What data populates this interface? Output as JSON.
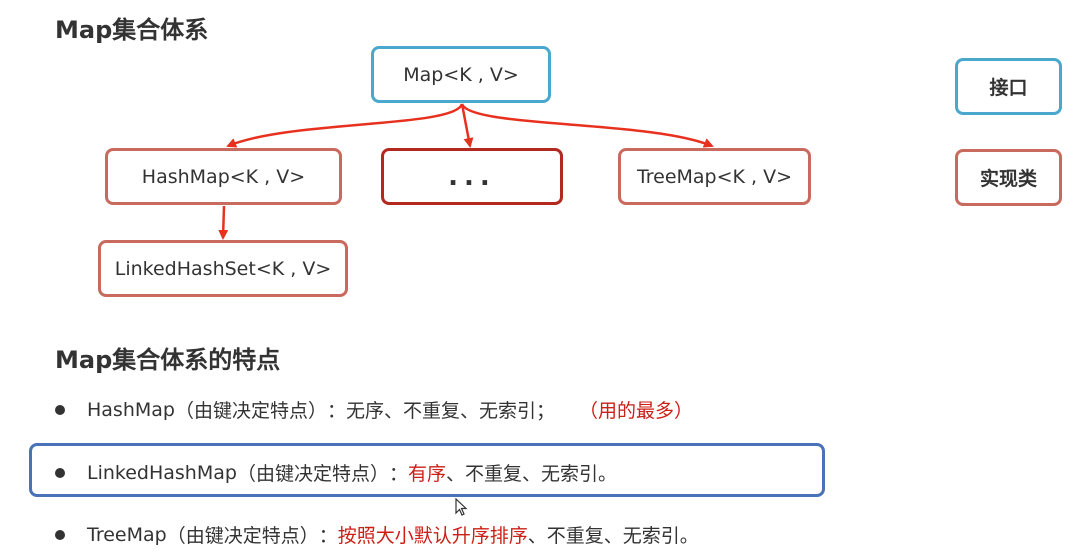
{
  "diagram": {
    "title": "Map集合体系",
    "nodes": {
      "map": "Map<K , V>",
      "hashmap": "HashMap<K , V>",
      "other": "...",
      "treemap": "TreeMap<K , V>",
      "linkedhashset": "LinkedHashSet<K , V>"
    },
    "legend": {
      "interface": "接口",
      "implementation": "实现类"
    },
    "colors": {
      "interface_border": "#4aa8cc",
      "implementation_border": "#c96a5e",
      "arrow": "#e8301e",
      "highlight": "#cc1f16"
    }
  },
  "features": {
    "title": "Map集合体系的特点",
    "items": [
      {
        "name": "HashMap",
        "paren": "（由键决定特点）",
        "sep": "：",
        "highlight": "",
        "rest": "无序、不重复、无索引；",
        "note": "（用的最多）"
      },
      {
        "name": "LinkedHashMap",
        "paren": "（由键决定特点）",
        "sep": "：",
        "highlight": "有序",
        "rest": "、不重复、无索引。",
        "note": ""
      },
      {
        "name": "TreeMap",
        "paren": "（由键决定特点）",
        "sep": "：",
        "highlight": "按照大小默认升序排序",
        "rest": "、不重复、无索引。",
        "note": ""
      }
    ]
  }
}
